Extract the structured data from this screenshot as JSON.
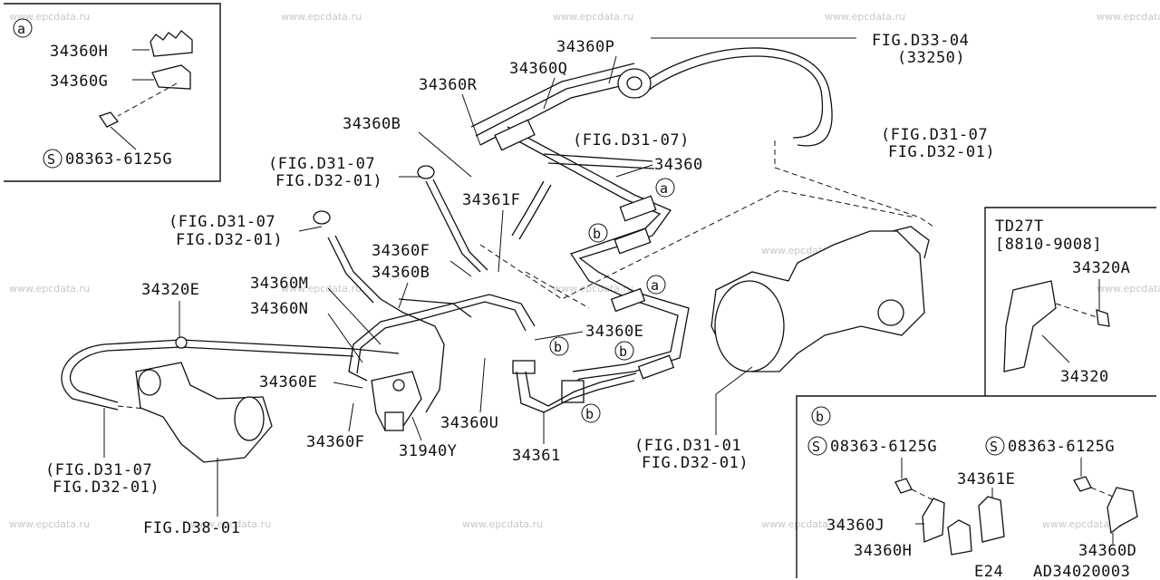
{
  "watermark": "www.epcdata.ru",
  "footer": {
    "section_code": "E24",
    "drawing_code": "AD34020003"
  },
  "inset_a": {
    "marker": "a",
    "parts": [
      "34360H",
      "34360G"
    ],
    "bolt": "08363-6125G",
    "bolt_prefix": "S"
  },
  "inset_td27t": {
    "model": "TD27T",
    "date_range": "[8810-9008]",
    "parts": [
      "34320A",
      "34320"
    ]
  },
  "inset_b": {
    "marker": "b",
    "bolt_left": "08363-6125G",
    "bolt_right": "08363-6125G",
    "bolt_prefix": "S",
    "parts": [
      "34361E",
      "34360J",
      "34360H",
      "34360D"
    ]
  },
  "main_labels": {
    "p34360P": "34360P",
    "p34360Q": "34360Q",
    "p34360R": "34360R",
    "p34360B_top": "34360B",
    "p34360": "34360",
    "p34361F": "34361F",
    "p34360F_mid": "34360F",
    "p34360B_mid": "34360B",
    "p34360M": "34360M",
    "p34360N": "34360N",
    "p34320E": "34320E",
    "p34360E_left": "34360E",
    "p34360E_right": "34360E",
    "p34360F_low": "34360F",
    "p31940Y": "31940Y",
    "p34360U": "34360U",
    "p34361": "34361"
  },
  "fig_refs": {
    "d33_04": "FIG.D33-04",
    "d33_04_sub": "(33250)",
    "d31_07_a": "(FIG.D31-07",
    "d32_01_a": "FIG.D32-01)",
    "d31_07_b": "(FIG.D31-07)",
    "d31_07_c": "(FIG.D31-07",
    "d32_01_c": "FIG.D32-01)",
    "d31_07_d": "(FIG.D31-07",
    "d32_01_d": "FIG.D32-01)",
    "d31_01": "(FIG.D31-01",
    "d32_01_e": "FIG.D32-01)",
    "d31_07_f": "(FIG.D31-07",
    "d32_01_f": "FIG.D32-01)",
    "d38_01": "FIG.D38-01"
  },
  "callouts": {
    "a": "a",
    "b": "b"
  }
}
